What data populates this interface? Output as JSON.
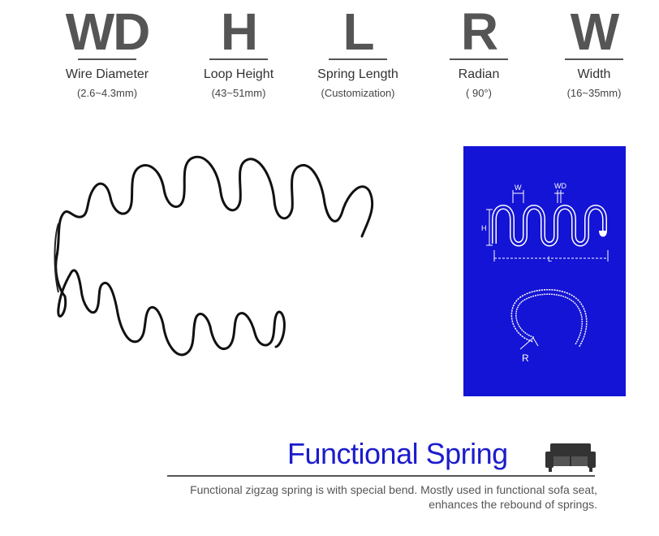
{
  "specs": [
    {
      "letter": "WD",
      "name": "Wire Diameter",
      "range": "(2.6~4.3mm)"
    },
    {
      "letter": "H",
      "name": "Loop Height",
      "range": "(43~51mm)"
    },
    {
      "letter": "L",
      "name": "Spring Length",
      "range": "(Customization)"
    },
    {
      "letter": "R",
      "name": "Radian",
      "range": "( 90°)"
    },
    {
      "letter": "W",
      "name": "Width",
      "range": "(16~35mm)"
    }
  ],
  "diagram": {
    "label_w": "W",
    "label_wd": "WD",
    "label_h": "H",
    "label_l": "L",
    "label_r": "R",
    "panel_color": "#1414d6"
  },
  "title": "Functional Spring",
  "description": {
    "line1": "Functional zigzag spring is with special bend. Mostly used in functional sofa seat,",
    "line2": "enhances the rebound of springs."
  },
  "colors": {
    "title": "#1c1ccc",
    "spec_text": "#555555"
  }
}
